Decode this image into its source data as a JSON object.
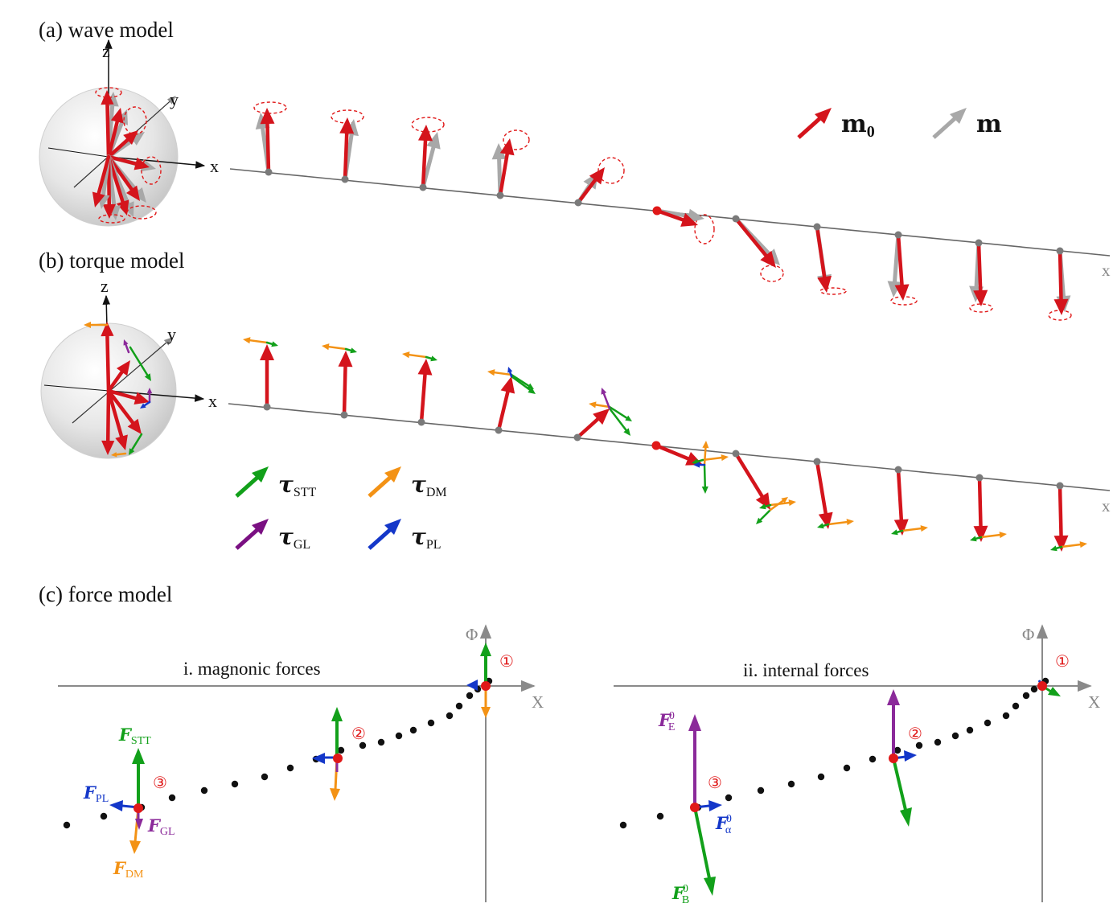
{
  "panels": {
    "a": {
      "label": "(a) wave model"
    },
    "b": {
      "label": "(b) torque model"
    },
    "c": {
      "label": "(c) force model"
    }
  },
  "axes": {
    "x": "x",
    "y": "y",
    "z": "z",
    "X": "X",
    "Phi": "Φ"
  },
  "legend_m": {
    "m0": "m",
    "m0_sub": "0",
    "m": "m"
  },
  "legend_tau": [
    {
      "symbol": "τ",
      "sub": "STT",
      "color": "#12a01a"
    },
    {
      "symbol": "τ",
      "sub": "DM",
      "color": "#f39215"
    },
    {
      "symbol": "τ",
      "sub": "GL",
      "color": "#7a1082"
    },
    {
      "symbol": "τ",
      "sub": "PL",
      "color": "#1437c9"
    }
  ],
  "force_sections": {
    "i": "i. magnonic forces",
    "ii": "ii. internal forces"
  },
  "markers": [
    "①",
    "②",
    "③"
  ],
  "forces_i": {
    "stt": {
      "sym": "F",
      "sub": "STT"
    },
    "pl": {
      "sym": "F",
      "sub": "PL"
    },
    "gl": {
      "sym": "F",
      "sub": "GL"
    },
    "dm": {
      "sym": "F",
      "sub": "DM"
    }
  },
  "forces_ii": {
    "e": {
      "sym": "F",
      "sub": "E",
      "sup": "0"
    },
    "alpha": {
      "sym": "F",
      "sub": "α",
      "sup": "0"
    },
    "b": {
      "sym": "F",
      "sub": "B",
      "sup": "0"
    }
  },
  "colors": {
    "m0": "#d4141c",
    "m": "#a8a8a8",
    "stt": "#12a01a",
    "dm": "#f39215",
    "gl": "#8b2a9a",
    "pl": "#1437c9",
    "marker": "#e01818"
  }
}
